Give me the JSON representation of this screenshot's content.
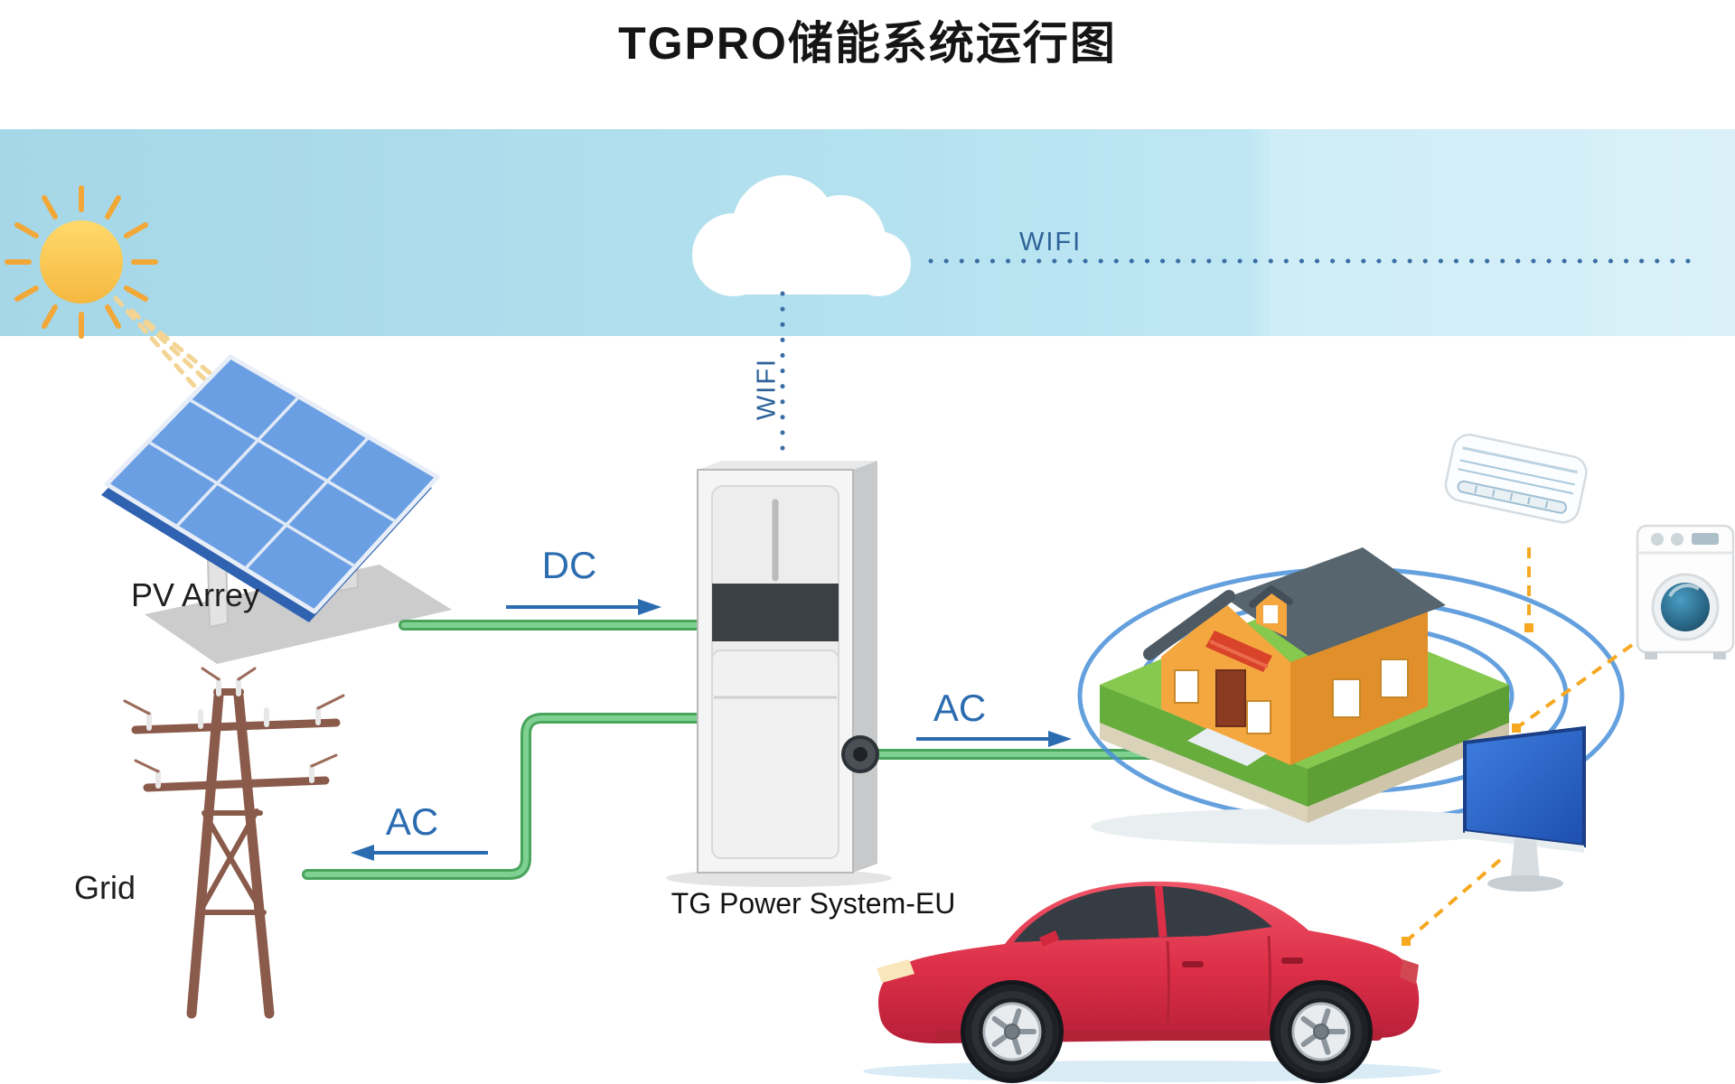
{
  "title": "TGPRO储能系统运行图",
  "connections": {
    "wifi_top_label": "WIFI",
    "wifi_side_label": "WIFI",
    "dc_label": "DC",
    "ac_to_grid_label": "AC",
    "ac_to_house_label": "AC"
  },
  "nodes": {
    "pv_array_label": "PV Arrey",
    "grid_label": "Grid",
    "power_system_label": "TG Power System-EU"
  },
  "components": [
    "sun-icon",
    "cloud-icon",
    "solar-panel-illustration",
    "utility-pole-illustration",
    "energy-storage-cabinet-illustration",
    "house-illustration",
    "wifi-ripple-rings",
    "air-conditioner-icon",
    "washing-machine-icon",
    "tv-icon",
    "electric-car-illustration"
  ],
  "colors": {
    "sky_band": "#a9dcec",
    "energy_line_green": "#53b06a",
    "flow_label_blue": "#2b6cb0",
    "wifi_dotted_blue": "#3a6ea5",
    "appliance_link_orange": "#f6a820",
    "car_red": "#dc2e47",
    "house_wall_orange": "#f4a73f",
    "roof_gray": "#57656e",
    "grass_green": "#86c94e",
    "solar_panel_blue": "#6b9fe4",
    "sun_yellow": "#f9c64a"
  }
}
